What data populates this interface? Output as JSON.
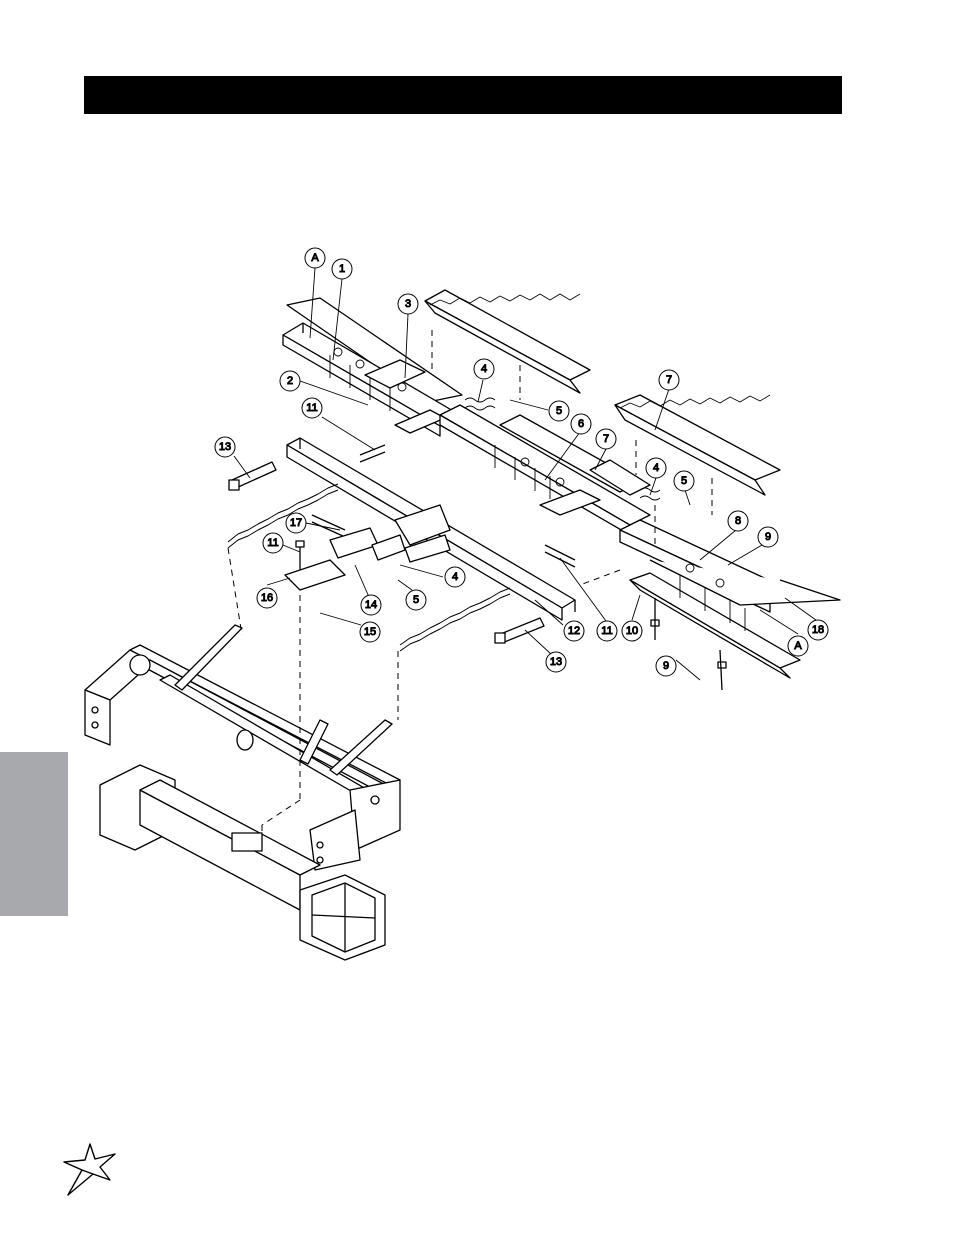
{
  "page": {
    "colors": {
      "header_bar": "#000000",
      "side_tab": "#a7a9ac",
      "line": "#000000"
    }
  },
  "diagram": {
    "callouts": [
      {
        "id": "A-top",
        "label": "A"
      },
      {
        "id": "1",
        "label": "1"
      },
      {
        "id": "3",
        "label": "3"
      },
      {
        "id": "2",
        "label": "2"
      },
      {
        "id": "4-top",
        "label": "4"
      },
      {
        "id": "11-top",
        "label": "11"
      },
      {
        "id": "5-top",
        "label": "5"
      },
      {
        "id": "6",
        "label": "6"
      },
      {
        "id": "7-mid",
        "label": "7"
      },
      {
        "id": "7-right",
        "label": "7"
      },
      {
        "id": "13-top",
        "label": "13"
      },
      {
        "id": "4-right",
        "label": "4"
      },
      {
        "id": "5-right",
        "label": "5"
      },
      {
        "id": "17",
        "label": "17"
      },
      {
        "id": "8",
        "label": "8"
      },
      {
        "id": "9-top",
        "label": "9"
      },
      {
        "id": "11-mid",
        "label": "11"
      },
      {
        "id": "4-mid",
        "label": "4"
      },
      {
        "id": "16",
        "label": "16"
      },
      {
        "id": "14",
        "label": "14"
      },
      {
        "id": "5-mid",
        "label": "5"
      },
      {
        "id": "15",
        "label": "15"
      },
      {
        "id": "12",
        "label": "12"
      },
      {
        "id": "11-right",
        "label": "11"
      },
      {
        "id": "10",
        "label": "10"
      },
      {
        "id": "18",
        "label": "18"
      },
      {
        "id": "A-bottom",
        "label": "A"
      },
      {
        "id": "13-bottom",
        "label": "13"
      },
      {
        "id": "9-bottom",
        "label": "9"
      }
    ]
  },
  "logo": {
    "icon": "star-burst-logo-icon"
  }
}
